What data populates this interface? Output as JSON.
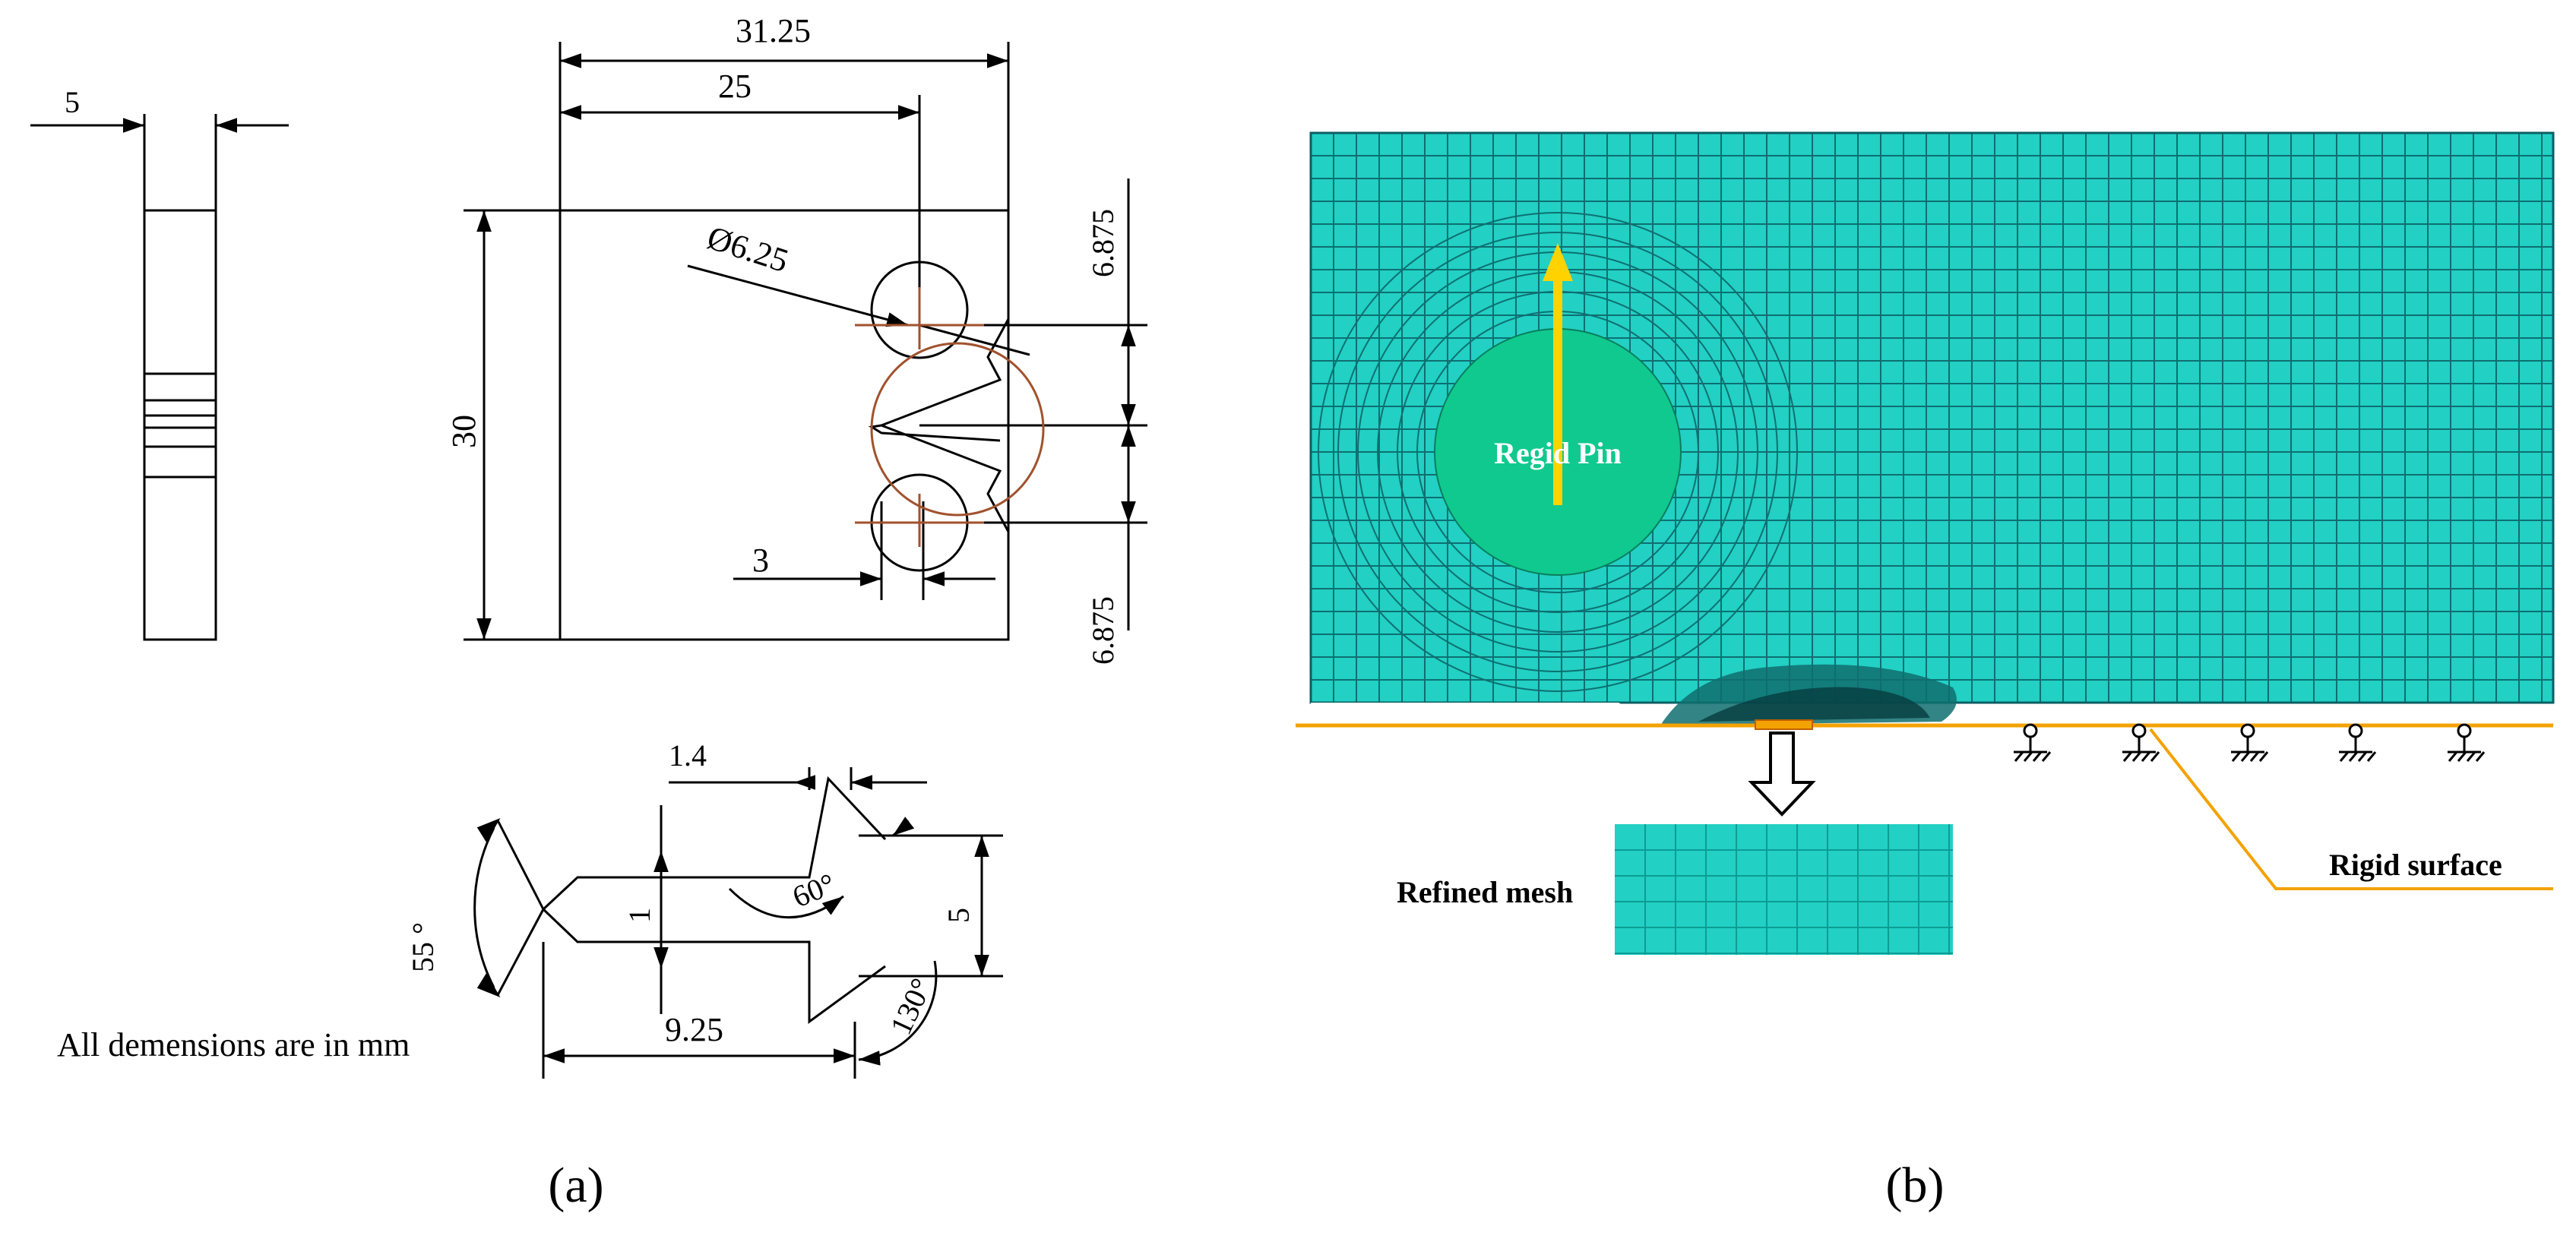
{
  "panel_a": {
    "dims": {
      "thickness": "5",
      "overall_width": "31.25",
      "pin_offset": "25",
      "height": "30",
      "hole_diameter": "Ø6.25",
      "hole_spacing_top": "6.875",
      "hole_spacing_bottom": "6.875",
      "notch_offset": "3"
    },
    "notch_detail": {
      "notch_depth": "1.4",
      "chevron_angle": "55 °",
      "notch_width": "1",
      "tip_angle": "60°",
      "chevron_height": "5",
      "back_angle": "130°",
      "notch_length": "9.25"
    },
    "note": "All demensions are in mm",
    "caption": "(a)"
  },
  "panel_b": {
    "pin_label": "Regid Pin",
    "inset_label": "Refined mesh",
    "surface_label": "Rigid surface",
    "caption": "(b)"
  },
  "colors": {
    "mesh_fill": "#22d0c4",
    "mesh_line": "#0b5f63",
    "pin_fill": "#10c98f",
    "arrow": "#ffd200",
    "surface": "#f3a200",
    "circle": "#a0522d"
  }
}
